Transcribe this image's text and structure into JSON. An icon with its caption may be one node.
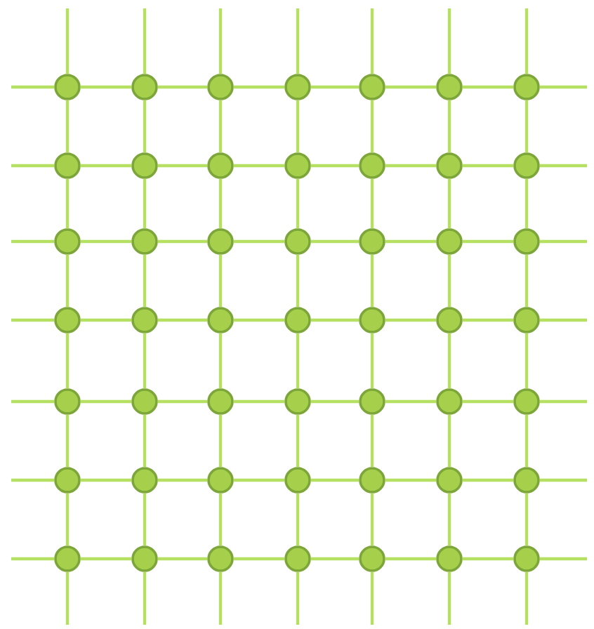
{
  "diagram": {
    "nodes": [
      {
        "text": [],
        "shape": "circle"
      },
      {
        "text": [],
        "shape": "circle"
      },
      {
        "text": [],
        "shape": "circle"
      },
      {
        "text": [],
        "shape": "circle"
      },
      {
        "text": [],
        "shape": "circle"
      },
      {
        "text": [],
        "shape": "circle"
      },
      {
        "text": [],
        "shape": "circle"
      },
      {
        "text": [],
        "shape": "circle"
      },
      {
        "text": [],
        "shape": "circle"
      },
      {
        "text": [],
        "shape": "circle"
      },
      {
        "text": [],
        "shape": "circle"
      },
      {
        "text": [],
        "shape": "circle"
      },
      {
        "text": [],
        "shape": "circle"
      },
      {
        "text": [],
        "shape": "circle"
      },
      {
        "text": [],
        "shape": "circle"
      },
      {
        "text": [],
        "shape": "circle"
      },
      {
        "text": [],
        "shape": "circle"
      },
      {
        "text": [],
        "shape": "circle"
      },
      {
        "text": [],
        "shape": "circle"
      },
      {
        "text": [],
        "shape": "circle"
      },
      {
        "text": [],
        "shape": "circle"
      },
      {
        "text": [],
        "shape": "circle"
      },
      {
        "text": [],
        "shape": "circle"
      },
      {
        "text": [],
        "shape": "circle"
      },
      {
        "text": [],
        "shape": "circle"
      },
      {
        "text": [],
        "shape": "circle"
      },
      {
        "text": [],
        "shape": "circle"
      },
      {
        "text": [],
        "shape": "circle"
      },
      {
        "text": [],
        "shape": "circle"
      },
      {
        "text": [],
        "shape": "circle"
      },
      {
        "text": [],
        "shape": "circle"
      },
      {
        "text": [],
        "shape": "circle"
      },
      {
        "text": [],
        "shape": "circle"
      },
      {
        "text": [],
        "shape": "circle"
      },
      {
        "text": [],
        "shape": "circle"
      },
      {
        "text": [],
        "shape": "circle"
      },
      {
        "text": [],
        "shape": "circle"
      },
      {
        "text": [],
        "shape": "circle"
      },
      {
        "text": [],
        "shape": "circle"
      },
      {
        "text": [],
        "shape": "circle"
      },
      {
        "text": [],
        "shape": "circle"
      },
      {
        "text": [],
        "shape": "circle"
      },
      {
        "text": [],
        "shape": "circle"
      },
      {
        "text": [],
        "shape": "circle"
      },
      {
        "text": [],
        "shape": "circle"
      },
      {
        "text": [],
        "shape": "circle"
      },
      {
        "text": [],
        "shape": "circle"
      },
      {
        "text": [],
        "shape": "circle"
      },
      {
        "text": [],
        "shape": "circle"
      }
    ],
    "edges": [
      {
        "from": 0,
        "to": 1,
        "arrow": "none"
      },
      {
        "from": 1,
        "to": 2,
        "arrow": "none"
      },
      {
        "from": 2,
        "to": 3,
        "arrow": "none"
      },
      {
        "from": 3,
        "to": 4,
        "arrow": "none"
      },
      {
        "from": 4,
        "to": 5,
        "arrow": "none"
      },
      {
        "from": 5,
        "to": 6,
        "arrow": "none"
      },
      {
        "from": 7,
        "to": 8,
        "arrow": "none"
      },
      {
        "from": 8,
        "to": 9,
        "arrow": "none"
      },
      {
        "from": 9,
        "to": 10,
        "arrow": "none"
      },
      {
        "from": 10,
        "to": 11,
        "arrow": "none"
      },
      {
        "from": 11,
        "to": 12,
        "arrow": "none"
      },
      {
        "from": 12,
        "to": 13,
        "arrow": "none"
      },
      {
        "from": 14,
        "to": 15,
        "arrow": "none"
      },
      {
        "from": 15,
        "to": 16,
        "arrow": "none"
      },
      {
        "from": 16,
        "to": 17,
        "arrow": "none"
      },
      {
        "from": 17,
        "to": 18,
        "arrow": "none"
      },
      {
        "from": 18,
        "to": 19,
        "arrow": "none"
      },
      {
        "from": 19,
        "to": 20,
        "arrow": "none"
      },
      {
        "from": 21,
        "to": 22,
        "arrow": "none"
      },
      {
        "from": 22,
        "to": 23,
        "arrow": "none"
      },
      {
        "from": 23,
        "to": 24,
        "arrow": "none"
      },
      {
        "from": 24,
        "to": 25,
        "arrow": "none"
      },
      {
        "from": 25,
        "to": 26,
        "arrow": "none"
      },
      {
        "from": 26,
        "to": 27,
        "arrow": "none"
      },
      {
        "from": 28,
        "to": 29,
        "arrow": "none"
      },
      {
        "from": 29,
        "to": 30,
        "arrow": "none"
      },
      {
        "from": 30,
        "to": 31,
        "arrow": "none"
      },
      {
        "from": 31,
        "to": 32,
        "arrow": "none"
      },
      {
        "from": 32,
        "to": 33,
        "arrow": "none"
      },
      {
        "from": 33,
        "to": 34,
        "arrow": "none"
      },
      {
        "from": 35,
        "to": 36,
        "arrow": "none"
      },
      {
        "from": 36,
        "to": 37,
        "arrow": "none"
      },
      {
        "from": 37,
        "to": 38,
        "arrow": "none"
      },
      {
        "from": 38,
        "to": 39,
        "arrow": "none"
      },
      {
        "from": 39,
        "to": 40,
        "arrow": "none"
      },
      {
        "from": 40,
        "to": 41,
        "arrow": "none"
      },
      {
        "from": 42,
        "to": 43,
        "arrow": "none"
      },
      {
        "from": 43,
        "to": 44,
        "arrow": "none"
      },
      {
        "from": 44,
        "to": 45,
        "arrow": "none"
      },
      {
        "from": 45,
        "to": 46,
        "arrow": "none"
      },
      {
        "from": 46,
        "to": 47,
        "arrow": "none"
      },
      {
        "from": 47,
        "to": 48,
        "arrow": "none"
      },
      {
        "from": 0,
        "to": 7,
        "arrow": "none"
      },
      {
        "from": 7,
        "to": 14,
        "arrow": "none"
      },
      {
        "from": 14,
        "to": 21,
        "arrow": "none"
      },
      {
        "from": 21,
        "to": 28,
        "arrow": "none"
      },
      {
        "from": 28,
        "to": 35,
        "arrow": "none"
      },
      {
        "from": 35,
        "to": 42,
        "arrow": "none"
      },
      {
        "from": 1,
        "to": 8,
        "arrow": "none"
      },
      {
        "from": 8,
        "to": 15,
        "arrow": "none"
      },
      {
        "from": 15,
        "to": 22,
        "arrow": "none"
      },
      {
        "from": 22,
        "to": 29,
        "arrow": "none"
      },
      {
        "from": 29,
        "to": 36,
        "arrow": "none"
      },
      {
        "from": 36,
        "to": 43,
        "arrow": "none"
      },
      {
        "from": 2,
        "to": 9,
        "arrow": "none"
      },
      {
        "from": 9,
        "to": 16,
        "arrow": "none"
      },
      {
        "from": 16,
        "to": 23,
        "arrow": "none"
      },
      {
        "from": 23,
        "to": 30,
        "arrow": "none"
      },
      {
        "from": 30,
        "to": 37,
        "arrow": "none"
      },
      {
        "from": 37,
        "to": 44,
        "arrow": "none"
      },
      {
        "from": 3,
        "to": 10,
        "arrow": "none"
      },
      {
        "from": 10,
        "to": 17,
        "arrow": "none"
      },
      {
        "from": 17,
        "to": 24,
        "arrow": "none"
      },
      {
        "from": 24,
        "to": 31,
        "arrow": "none"
      },
      {
        "from": 31,
        "to": 38,
        "arrow": "none"
      },
      {
        "from": 38,
        "to": 45,
        "arrow": "none"
      },
      {
        "from": 4,
        "to": 11,
        "arrow": "none"
      },
      {
        "from": 11,
        "to": 18,
        "arrow": "none"
      },
      {
        "from": 18,
        "to": 25,
        "arrow": "none"
      },
      {
        "from": 25,
        "to": 32,
        "arrow": "none"
      },
      {
        "from": 32,
        "to": 39,
        "arrow": "none"
      },
      {
        "from": 39,
        "to": 46,
        "arrow": "none"
      },
      {
        "from": 5,
        "to": 12,
        "arrow": "none"
      },
      {
        "from": 12,
        "to": 19,
        "arrow": "none"
      },
      {
        "from": 19,
        "to": 26,
        "arrow": "none"
      },
      {
        "from": 26,
        "to": 33,
        "arrow": "none"
      },
      {
        "from": 33,
        "to": 40,
        "arrow": "none"
      },
      {
        "from": 40,
        "to": 47,
        "arrow": "none"
      },
      {
        "from": 6,
        "to": 13,
        "arrow": "none"
      },
      {
        "from": 13,
        "to": 20,
        "arrow": "none"
      },
      {
        "from": 20,
        "to": 27,
        "arrow": "none"
      },
      {
        "from": 27,
        "to": 34,
        "arrow": "none"
      },
      {
        "from": 34,
        "to": 41,
        "arrow": "none"
      },
      {
        "from": 41,
        "to": 48,
        "arrow": "none"
      },
      {
        "from": null,
        "to": 0,
        "arrow": "none"
      },
      {
        "from": null,
        "to": 6,
        "arrow": "none"
      },
      {
        "from": null,
        "to": 7,
        "arrow": "none"
      },
      {
        "from": null,
        "to": 13,
        "arrow": "none"
      },
      {
        "from": null,
        "to": 14,
        "arrow": "none"
      },
      {
        "from": null,
        "to": 20,
        "arrow": "none"
      },
      {
        "from": null,
        "to": 21,
        "arrow": "none"
      },
      {
        "from": null,
        "to": 27,
        "arrow": "none"
      },
      {
        "from": null,
        "to": 28,
        "arrow": "none"
      },
      {
        "from": null,
        "to": 34,
        "arrow": "none"
      },
      {
        "from": null,
        "to": 35,
        "arrow": "none"
      },
      {
        "from": null,
        "to": 41,
        "arrow": "none"
      },
      {
        "from": null,
        "to": 42,
        "arrow": "none"
      },
      {
        "from": null,
        "to": 48,
        "arrow": "none"
      },
      {
        "from": null,
        "to": 0,
        "arrow": "none"
      },
      {
        "from": null,
        "to": 42,
        "arrow": "none"
      },
      {
        "from": null,
        "to": 1,
        "arrow": "none"
      },
      {
        "from": null,
        "to": 43,
        "arrow": "none"
      },
      {
        "from": null,
        "to": 2,
        "arrow": "none"
      },
      {
        "from": null,
        "to": 44,
        "arrow": "none"
      },
      {
        "from": null,
        "to": 3,
        "arrow": "none"
      },
      {
        "from": null,
        "to": 45,
        "arrow": "none"
      },
      {
        "from": null,
        "to": 4,
        "arrow": "none"
      },
      {
        "from": null,
        "to": 46,
        "arrow": "none"
      },
      {
        "from": null,
        "to": 5,
        "arrow": "none"
      },
      {
        "from": null,
        "to": 47,
        "arrow": "none"
      },
      {
        "from": null,
        "to": 6,
        "arrow": "none"
      },
      {
        "from": null,
        "to": 48,
        "arrow": "none"
      }
    ]
  }
}
